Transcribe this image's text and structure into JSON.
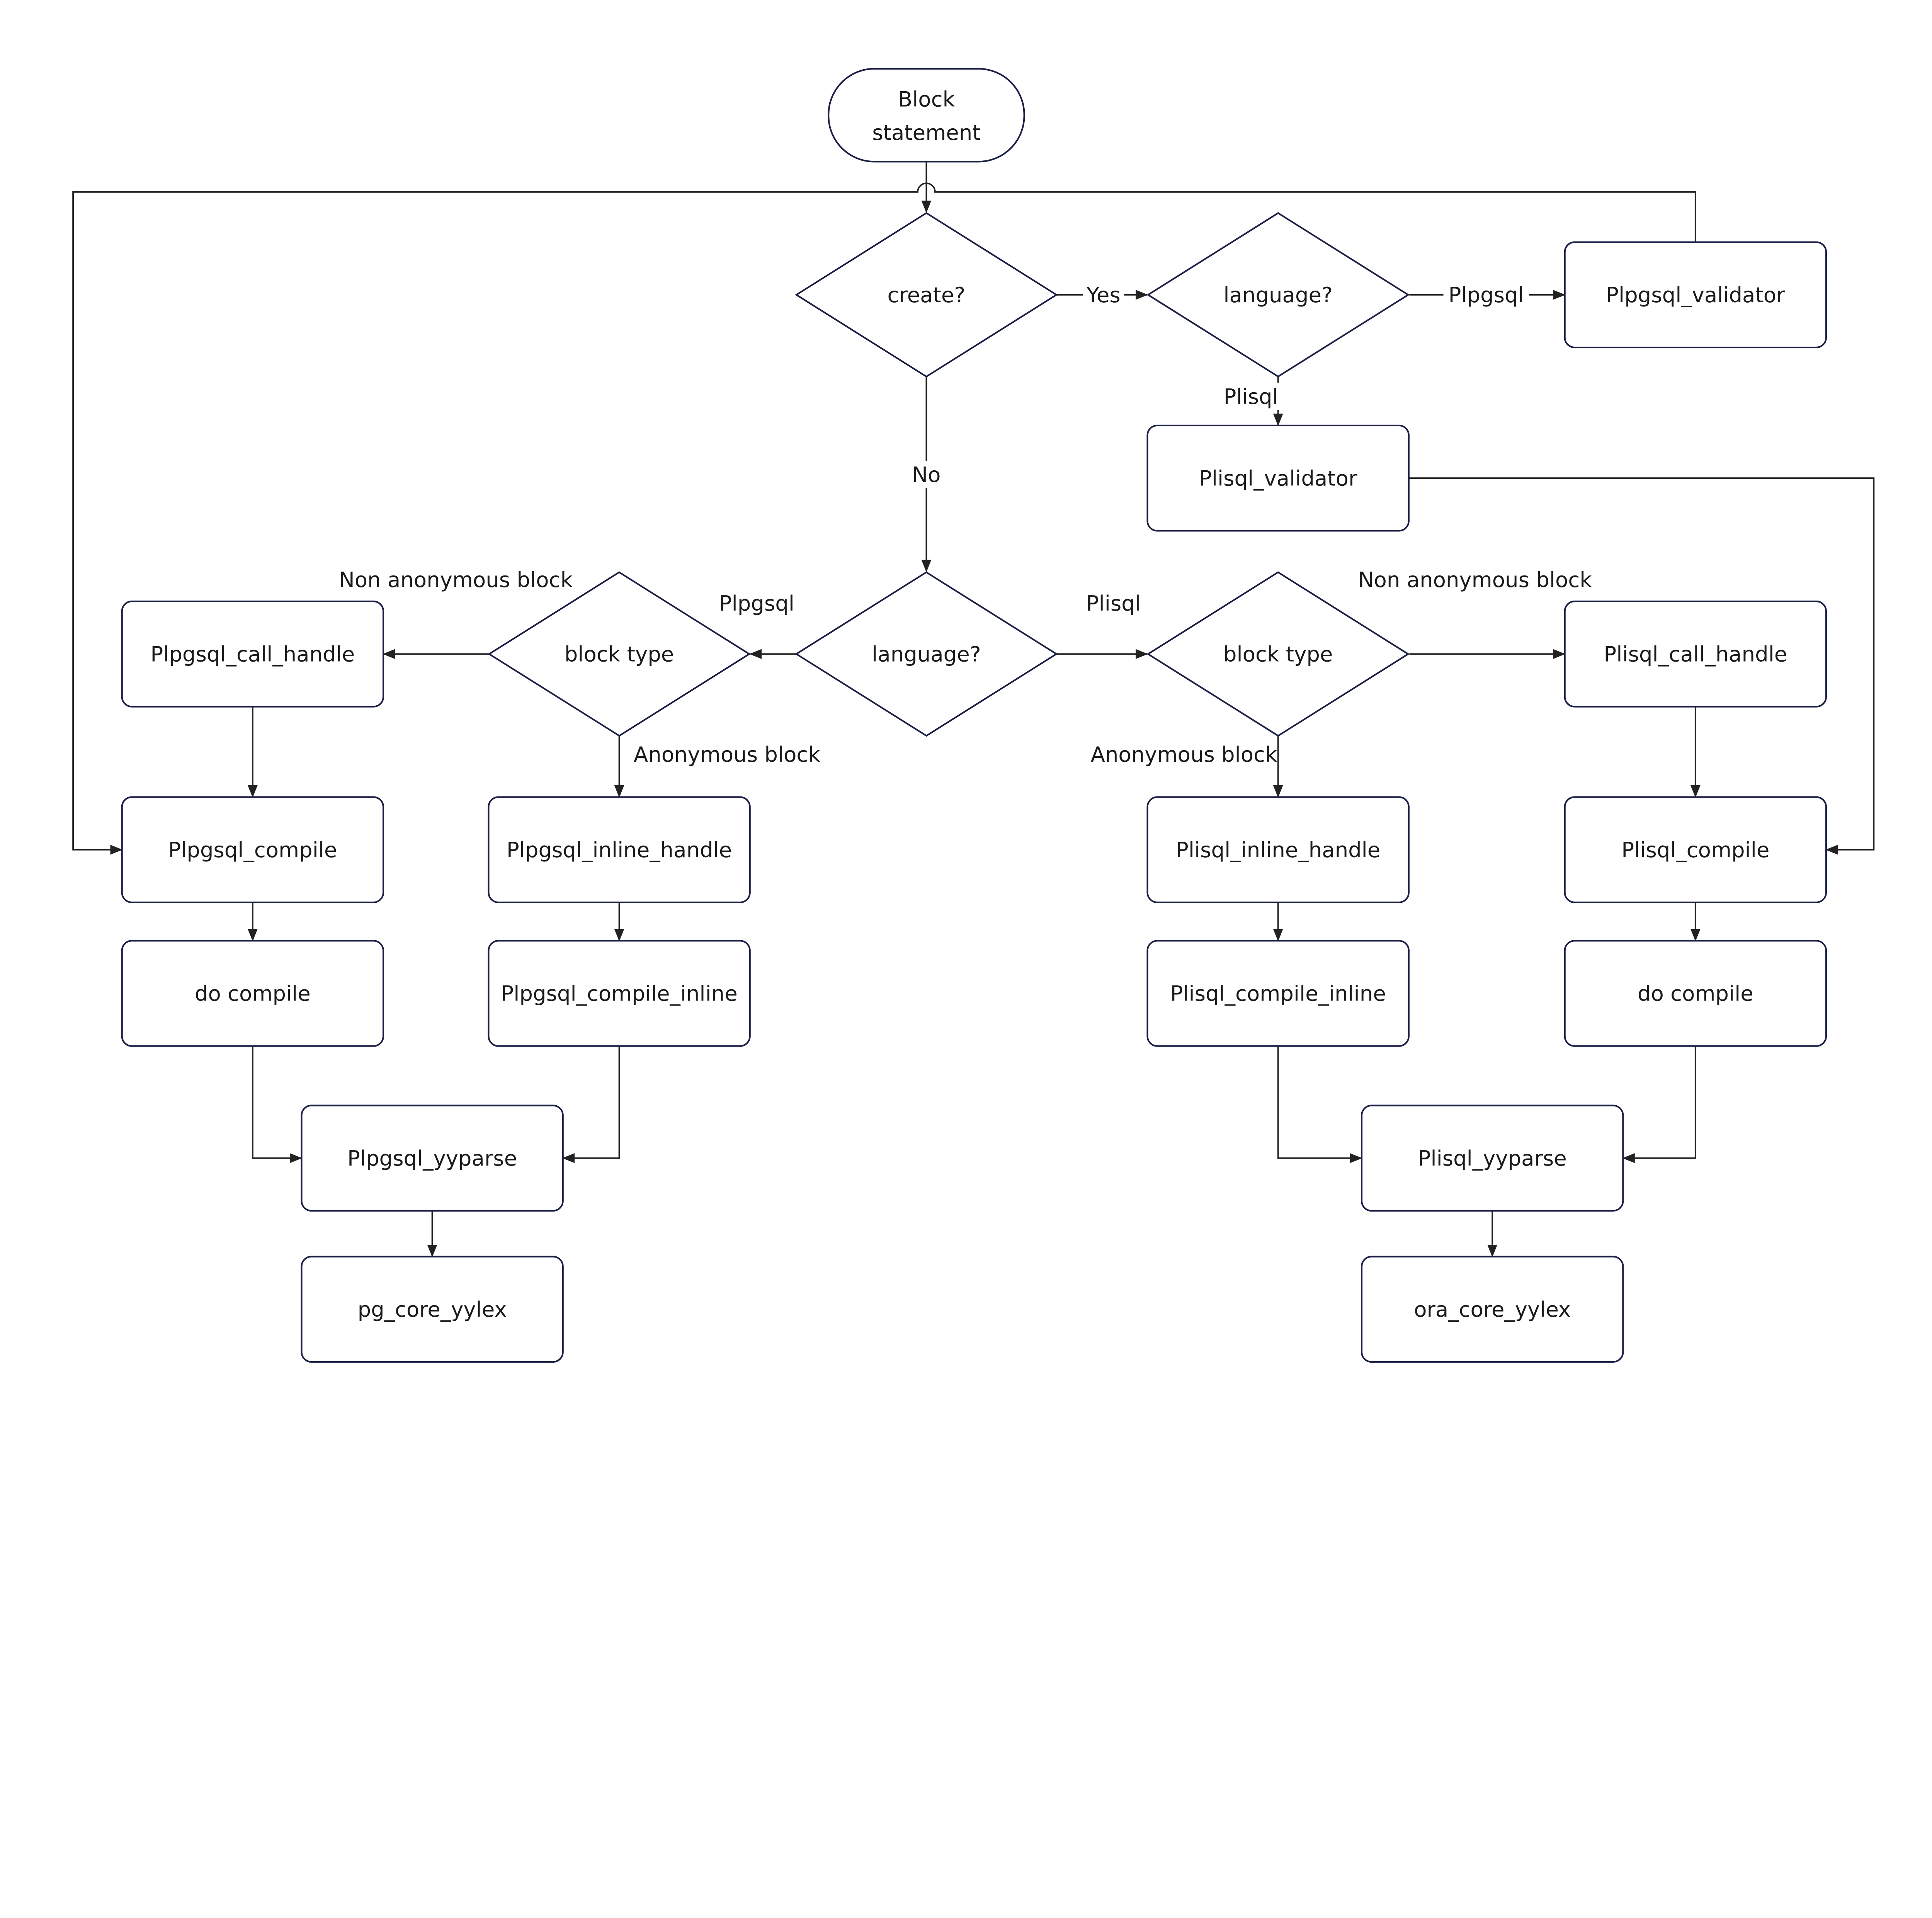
{
  "nodes": {
    "start": {
      "lines": [
        "Block",
        "statement"
      ],
      "shape": "terminal"
    },
    "create": {
      "text": "create?",
      "shape": "decision"
    },
    "language_create": {
      "text": "language?",
      "shape": "decision"
    },
    "plpgsql_validator": {
      "text": "Plpgsql_validator",
      "shape": "process"
    },
    "plisql_validator": {
      "text": "Plisql_validator",
      "shape": "process"
    },
    "language_main": {
      "text": "language?",
      "shape": "decision"
    },
    "block_type_pg": {
      "text": "block type",
      "shape": "decision"
    },
    "block_type_ora": {
      "text": "block type",
      "shape": "decision"
    },
    "plpgsql_call_handle": {
      "text": "Plpgsql_call_handle",
      "shape": "process"
    },
    "plisql_call_handle": {
      "text": "Plisql_call_handle",
      "shape": "process"
    },
    "plpgsql_compile": {
      "text": "Plpgsql_compile",
      "shape": "process"
    },
    "plpgsql_inline_handle": {
      "text": "Plpgsql_inline_handle",
      "shape": "process"
    },
    "plisql_inline_handle": {
      "text": "Plisql_inline_handle",
      "shape": "process"
    },
    "plisql_compile": {
      "text": "Plisql_compile",
      "shape": "process"
    },
    "do_compile_pg": {
      "text": "do compile",
      "shape": "process"
    },
    "plpgsql_compile_inline": {
      "text": "Plpgsql_compile_inline",
      "shape": "process"
    },
    "plisql_compile_inline": {
      "text": "Plisql_compile_inline",
      "shape": "process"
    },
    "do_compile_ora": {
      "text": "do compile",
      "shape": "process"
    },
    "plpgsql_yyparse": {
      "text": "Plpgsql_yyparse",
      "shape": "process"
    },
    "plisql_yyparse": {
      "text": "Plisql_yyparse",
      "shape": "process"
    },
    "pg_core_yylex": {
      "text": "pg_core_yylex",
      "shape": "process"
    },
    "ora_core_yylex": {
      "text": "ora_core_yylex",
      "shape": "process"
    }
  },
  "edge_labels": {
    "yes": "Yes",
    "create_plpgsql": "Plpgsql",
    "create_plisql": "Plisql",
    "no": "No",
    "main_plpgsql": "Plpgsql",
    "main_plisql": "Plisql",
    "pg_non_anon": "Non anonymous block",
    "ora_non_anon": "Non anonymous block",
    "pg_anon": "Anonymous block",
    "ora_anon": "Anonymous block"
  },
  "colors": {
    "shape_stroke": "#1b1f45",
    "line": "#222222"
  }
}
